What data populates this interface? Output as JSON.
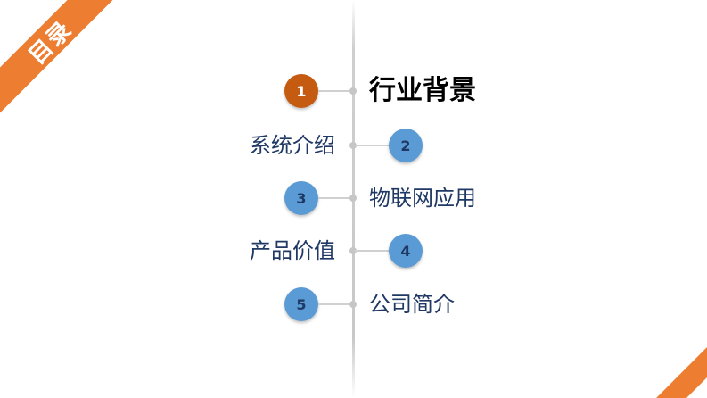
{
  "corner_label": "目录",
  "accent_color": "#ED7D31",
  "active_badge_color": "#C55A11",
  "badge_color": "#5B9BD5",
  "items": [
    {
      "number": "1",
      "label": "行业背景",
      "side": "right",
      "active": true
    },
    {
      "number": "2",
      "label": "系统介绍",
      "side": "left",
      "active": false
    },
    {
      "number": "3",
      "label": "物联网应用",
      "side": "right",
      "active": false
    },
    {
      "number": "4",
      "label": "产品价值",
      "side": "left",
      "active": false
    },
    {
      "number": "5",
      "label": "公司简介",
      "side": "right",
      "active": false
    }
  ]
}
